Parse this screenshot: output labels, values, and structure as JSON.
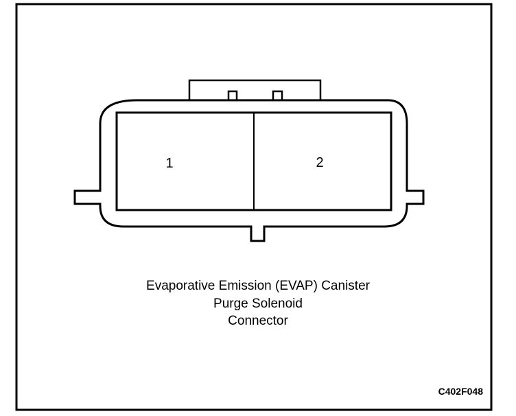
{
  "diagram": {
    "pins": [
      {
        "label": "1"
      },
      {
        "label": "2"
      }
    ],
    "caption": {
      "line1": "Evaporative Emission (EVAP) Canister",
      "line2": "Purge Solenoid",
      "line3": "Connector"
    },
    "figure_code": "C402F048"
  }
}
